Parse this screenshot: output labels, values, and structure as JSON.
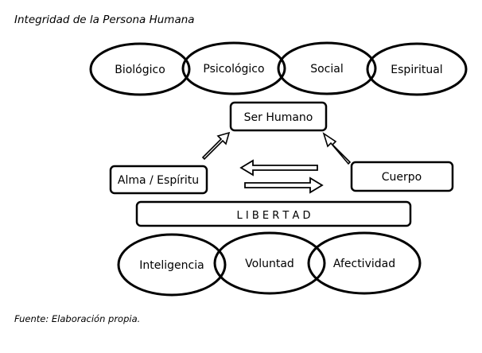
{
  "diagram": {
    "title": "Integridad de la Persona Humana",
    "source": "Fuente: Elaboración propia.",
    "dimensions": {
      "biologico": "Biológico",
      "psicologico": "Psicológico",
      "social": "Social",
      "espiritual": "Espiritual"
    },
    "center": "Ser Humano",
    "left_box": "Alma / Espíritu",
    "right_box": "Cuerpo",
    "freedom": "L I B E R T A D",
    "faculties": {
      "inteligencia": "Inteligencia",
      "voluntad": "Voluntad",
      "afectividad": "Afectividad"
    }
  }
}
